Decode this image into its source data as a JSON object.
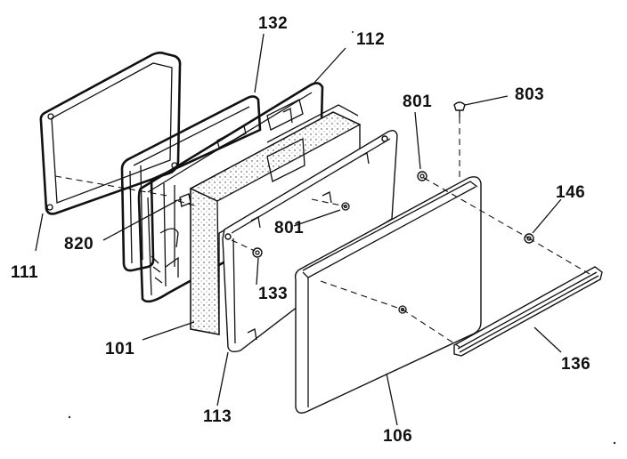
{
  "labels": {
    "l132": "132",
    "l112": "112",
    "l801a": "801",
    "l803": "803",
    "l146": "146",
    "l820": "820",
    "l801b": "801",
    "l111": "111",
    "l133": "133",
    "l101": "101",
    "l136": "136",
    "l113": "113",
    "l106": "106"
  },
  "icons": [
    "screw-icon",
    "bushing-icon"
  ],
  "colors": {
    "ink": "#111111",
    "paper": "#ffffff"
  }
}
